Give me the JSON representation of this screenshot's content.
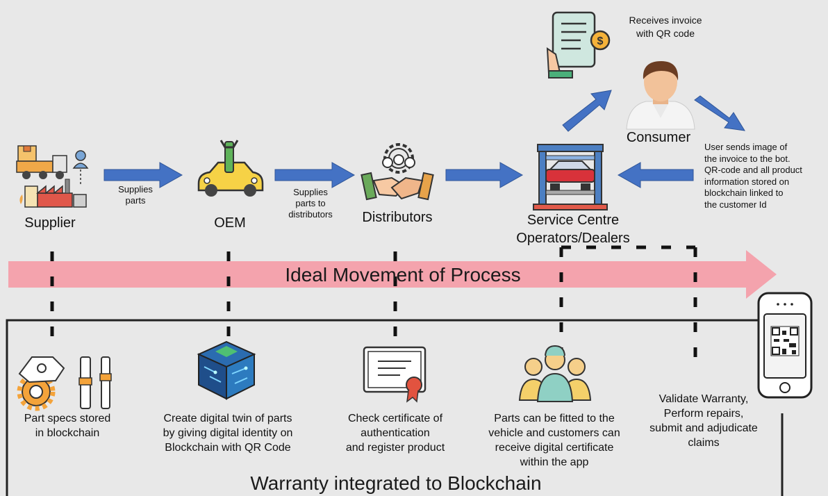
{
  "flow": {
    "supplier": "Supplier",
    "supplies_parts": "Supplies\nparts",
    "oem": "OEM",
    "supplies_distributors": "Supplies\nparts to\ndistributors",
    "distributors": "Distributors",
    "service_centre": "Service Centre\nOperators/Dealers",
    "consumer": "Consumer",
    "receives_invoice": "Receives invoice\nwith QR code",
    "user_sends": "User sends image of\nthe invoice to the bot.\nQR-code and all product\ninformation stored on\nblockchain linked to\nthe customer Id"
  },
  "banner": {
    "text": "Ideal Movement of Process"
  },
  "blockchain": {
    "part_specs": "Part specs stored\nin blockchain",
    "digital_twin": "Create digital twin of parts\nby giving digital identity on\nBlockchain with QR Code",
    "certificate": "Check certificate of\nauthentication\nand register product",
    "fitted": "Parts can be fitted to the\nvehicle  and customers can\nreceive digital certificate\nwithin the app",
    "validate": "Validate Warranty,\nPerform repairs,\nsubmit and adjudicate\nclaims",
    "title": "Warranty integrated to Blockchain"
  },
  "colors": {
    "arrow_blue": "#4472c4",
    "banner_pink": "#f4a3ad",
    "background": "#e8e8e8"
  },
  "icons": [
    "supplier-truck-factory-icon",
    "oem-car-wrench-icon",
    "distributors-handshake-icon",
    "service-centre-car-lift-icon",
    "consumer-avatar-icon",
    "invoice-hand-icon",
    "parts-gear-icon",
    "blockchain-cube-icon",
    "certificate-icon",
    "customers-group-icon",
    "phone-qr-icon"
  ]
}
